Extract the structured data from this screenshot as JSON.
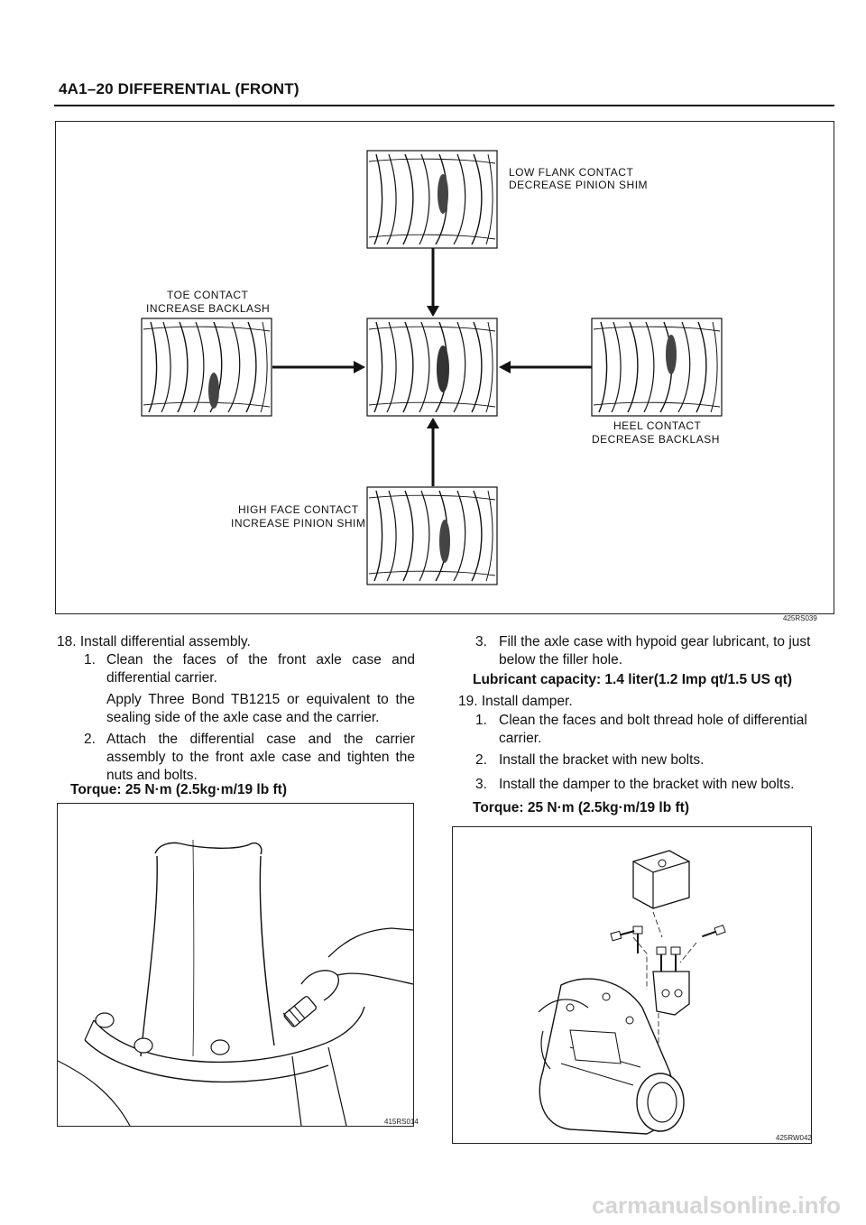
{
  "header": {
    "title": "4A1–20  DIFFERENTIAL (FRONT)"
  },
  "figure_top": {
    "code": "425RS039",
    "labels": {
      "low_flank_1": "LOW FLANK CONTACT",
      "low_flank_2": "DECREASE PINION SHIM",
      "toe_1": "TOE CONTACT",
      "toe_2": "INCREASE BACKLASH",
      "heel_1": "HEEL CONTACT",
      "heel_2": "DECREASE BACKLASH",
      "high_face_1": "HIGH FACE CONTACT",
      "high_face_2": "INCREASE PINION SHIM"
    }
  },
  "left": {
    "step18": "18. Install differential assembly.",
    "s1_num": "1.",
    "s1_text": "Clean the faces of the front axle case and differential carrier.",
    "s1_note": "Apply Three Bond TB1215 or equivalent to the sealing side of the axle case and the carrier.",
    "s2_num": "2.",
    "s2_text": "Attach the differential case and the carrier assembly to the front axle case and tighten the nuts and bolts.",
    "torque": "Torque: 25 N·m (2.5kg·m/19 lb ft)",
    "fig_code": "415RS014"
  },
  "right": {
    "s3_num": "3.",
    "s3_text": "Fill the axle case with hypoid gear lubricant, to just below the filler hole.",
    "lubricant": "Lubricant capacity: 1.4 liter(1.2 Imp qt/1.5 US qt)",
    "step19": "19. Install damper.",
    "d1_num": "1.",
    "d1_text": "Clean the faces and bolt thread hole of differential carrier.",
    "d2_num": "2.",
    "d2_text": "Install the bracket with new bolts.",
    "d3_num": "3.",
    "d3_text": "Install the damper to the bracket with new bolts.",
    "torque": "Torque: 25 N·m (2.5kg·m/19 lb ft)",
    "fig_code": "425RW042"
  },
  "watermark": "carmanualsonline.info"
}
